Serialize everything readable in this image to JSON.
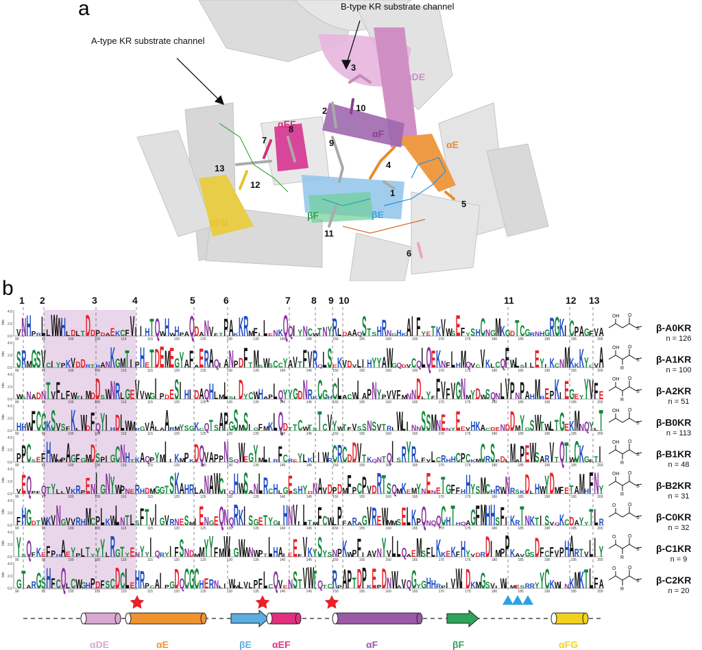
{
  "panel_a": {
    "letter": "a",
    "callout_b_channel": "B-type KR substrate channel",
    "callout_a_channel": "A-type KR substrate channel",
    "helix_labels": [
      {
        "text": "αDE",
        "color": "#c98fc0"
      },
      {
        "text": "αEF",
        "color": "#d1307a"
      },
      {
        "text": "αF",
        "color": "#8b3f96"
      },
      {
        "text": "αE",
        "color": "#e98a2c"
      },
      {
        "text": "αFG",
        "color": "#e6c22d"
      },
      {
        "text": "βF",
        "color": "#2e9b57"
      },
      {
        "text": "βE",
        "color": "#3aa2d9"
      }
    ],
    "residue_numbers": [
      "1",
      "2",
      "3",
      "4",
      "5",
      "6",
      "7",
      "8",
      "9",
      "10",
      "11",
      "12",
      "13"
    ]
  },
  "panel_b": {
    "letter": "b",
    "position_labels": [
      "1",
      "2",
      "3",
      "4",
      "5",
      "6",
      "7",
      "8",
      "9",
      "10",
      "11",
      "12",
      "13"
    ],
    "axis_unit": "bits",
    "axis_ticks": [
      "4.0",
      "2.0",
      "0.0"
    ],
    "x_ticks": [
      "90",
      "95",
      "100",
      "105",
      "110",
      "115",
      "120",
      "125",
      "130",
      "135",
      "140",
      "145",
      "150",
      "155",
      "160",
      "165",
      "170",
      "175",
      "180",
      "185",
      "190",
      "195",
      "200"
    ],
    "rows": [
      {
        "name": "β-A0KR",
        "n": "n = 126"
      },
      {
        "name": "β-A1KR",
        "n": "n = 100"
      },
      {
        "name": "β-A2KR",
        "n": "n = 51"
      },
      {
        "name": "β-B0KR",
        "n": "n = 113"
      },
      {
        "name": "β-B1KR",
        "n": "n = 48"
      },
      {
        "name": "β-B2KR",
        "n": "n = 31"
      },
      {
        "name": "β-C0KR",
        "n": "n = 32"
      },
      {
        "name": "β-C1KR",
        "n": "n = 9"
      },
      {
        "name": "β-C2KR",
        "n": "n = 20"
      }
    ],
    "molecule_atoms": {
      "oh": "OH",
      "o": "O",
      "s": "S",
      "r": "R"
    },
    "secondary_structure": [
      {
        "label": "αDE",
        "color": "#d9a8d3"
      },
      {
        "label": "αE",
        "color": "#f0922e"
      },
      {
        "label": "βE",
        "color": "#5aaee0"
      },
      {
        "label": "αEF",
        "color": "#e0307e"
      },
      {
        "label": "αF",
        "color": "#9b5aa8"
      },
      {
        "label": "βF",
        "color": "#2ea35a"
      },
      {
        "label": "αFG",
        "color": "#f2d21f"
      }
    ],
    "colors": {
      "highlight": "#e9d6ea",
      "star": "#e8202a",
      "triangle": "#2aa3df"
    }
  }
}
